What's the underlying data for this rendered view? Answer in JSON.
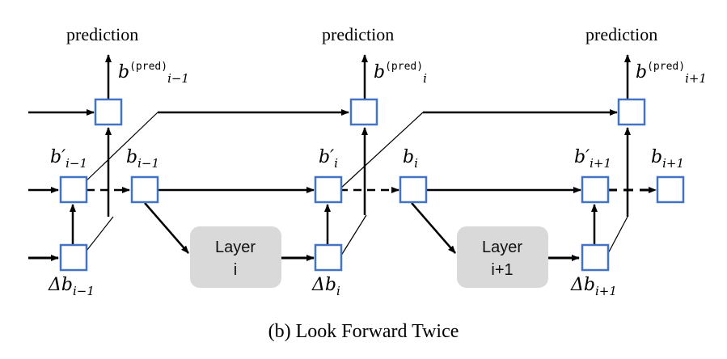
{
  "nodes": {
    "pred_label": "prediction",
    "b_pred_base": "b",
    "pred_sup": "(pred)",
    "b_prime_base": "b′",
    "b_base": "b",
    "delta_b_base": "Δb",
    "sub_i_minus_1": "i−1",
    "sub_i": "i",
    "sub_i_plus_1": "i+1"
  },
  "layers": {
    "layer_word": "Layer",
    "layer_i_index": "i",
    "layer_i_plus_1_index": "i+1"
  },
  "caption": "(b) Look Forward Twice",
  "colors": {
    "node_border": "#4472c4",
    "layer_fill": "#d9d9d9",
    "arrow": "#000000"
  }
}
